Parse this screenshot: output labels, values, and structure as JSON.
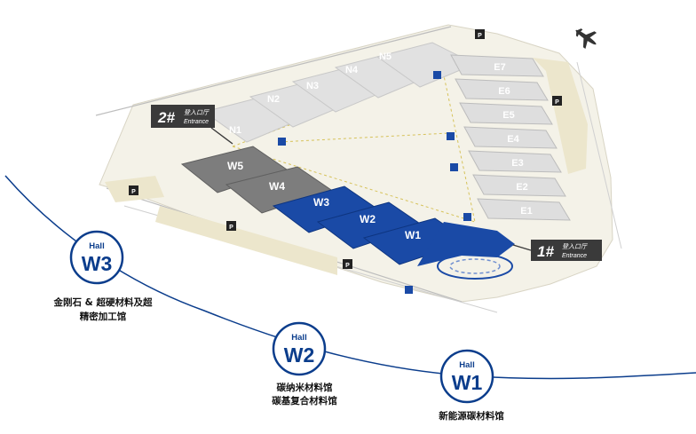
{
  "halls_north": [
    "N1",
    "N2",
    "N3",
    "N4",
    "N5"
  ],
  "halls_east": [
    "E7",
    "E6",
    "E5",
    "E4",
    "E3",
    "E2",
    "E1"
  ],
  "halls_west_gray": [
    "W5",
    "W4"
  ],
  "halls_west_blue": [
    "W3",
    "W2",
    "W1"
  ],
  "entrances": [
    {
      "number": "2#",
      "label_cn": "登入口厅",
      "label_en": "Entrance"
    },
    {
      "number": "1#",
      "label_cn": "登入口厅",
      "label_en": "Entrance"
    }
  ],
  "parking_label": "P",
  "legend": [
    {
      "hall_word": "Hall",
      "hall_code": "W3",
      "lines": [
        "金刚石 & 超硬材料及超",
        "精密加工馆"
      ]
    },
    {
      "hall_word": "Hall",
      "hall_code": "W2",
      "lines": [
        "碳纳米材料馆",
        "碳基复合材料馆"
      ]
    },
    {
      "hall_word": "Hall",
      "hall_code": "W1",
      "lines": [
        "新能源碳材料馆"
      ]
    }
  ],
  "colors": {
    "blue_hall": "#1a4aa6",
    "blue_dark": "#0b3d8c",
    "gray_hall": "#7d7d7d",
    "light_hall": "#dcdcdc",
    "ground": "#f3f1e7"
  }
}
